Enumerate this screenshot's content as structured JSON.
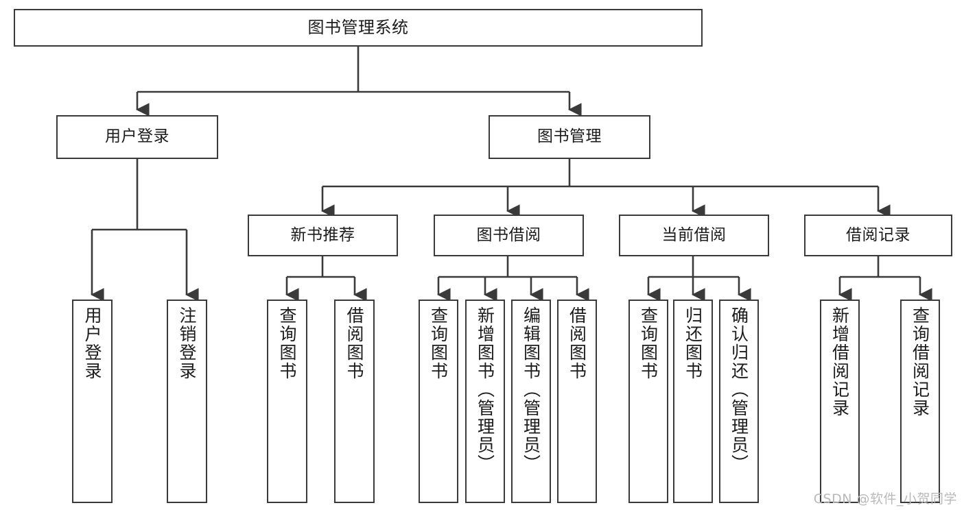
{
  "diagram": {
    "title": "图书管理系统",
    "type": "hierarchy-tree",
    "watermark": "CSDN @软件_小贺同学",
    "colors": {
      "stroke": "#3a3a3a",
      "fill": "#ffffff",
      "text": "#1b1b1b",
      "watermark": "#b9b9b9"
    },
    "root": {
      "label": "图书管理系统"
    },
    "level2": [
      {
        "label": "用户登录"
      },
      {
        "label": "图书管理"
      }
    ],
    "level3": [
      {
        "label": "新书推荐"
      },
      {
        "label": "图书借阅"
      },
      {
        "label": "当前借阅"
      },
      {
        "label": "借阅记录"
      }
    ],
    "leaves": {
      "user_login": [
        {
          "label": "用户登录"
        },
        {
          "label": "注销登录"
        }
      ],
      "new_book": [
        {
          "label": "查询图书"
        },
        {
          "label": "借阅图书"
        }
      ],
      "borrow_book": [
        {
          "label": "查询图书"
        },
        {
          "label": "新增图书（管理员）"
        },
        {
          "label": "编辑图书（管理员）"
        },
        {
          "label": "借阅图书"
        }
      ],
      "current_borrow": [
        {
          "label": "查询图书"
        },
        {
          "label": "归还图书"
        },
        {
          "label": "确认归还（管理员）"
        }
      ],
      "borrow_record": [
        {
          "label": "新增借阅记录"
        },
        {
          "label": "查询借阅记录"
        }
      ]
    }
  }
}
